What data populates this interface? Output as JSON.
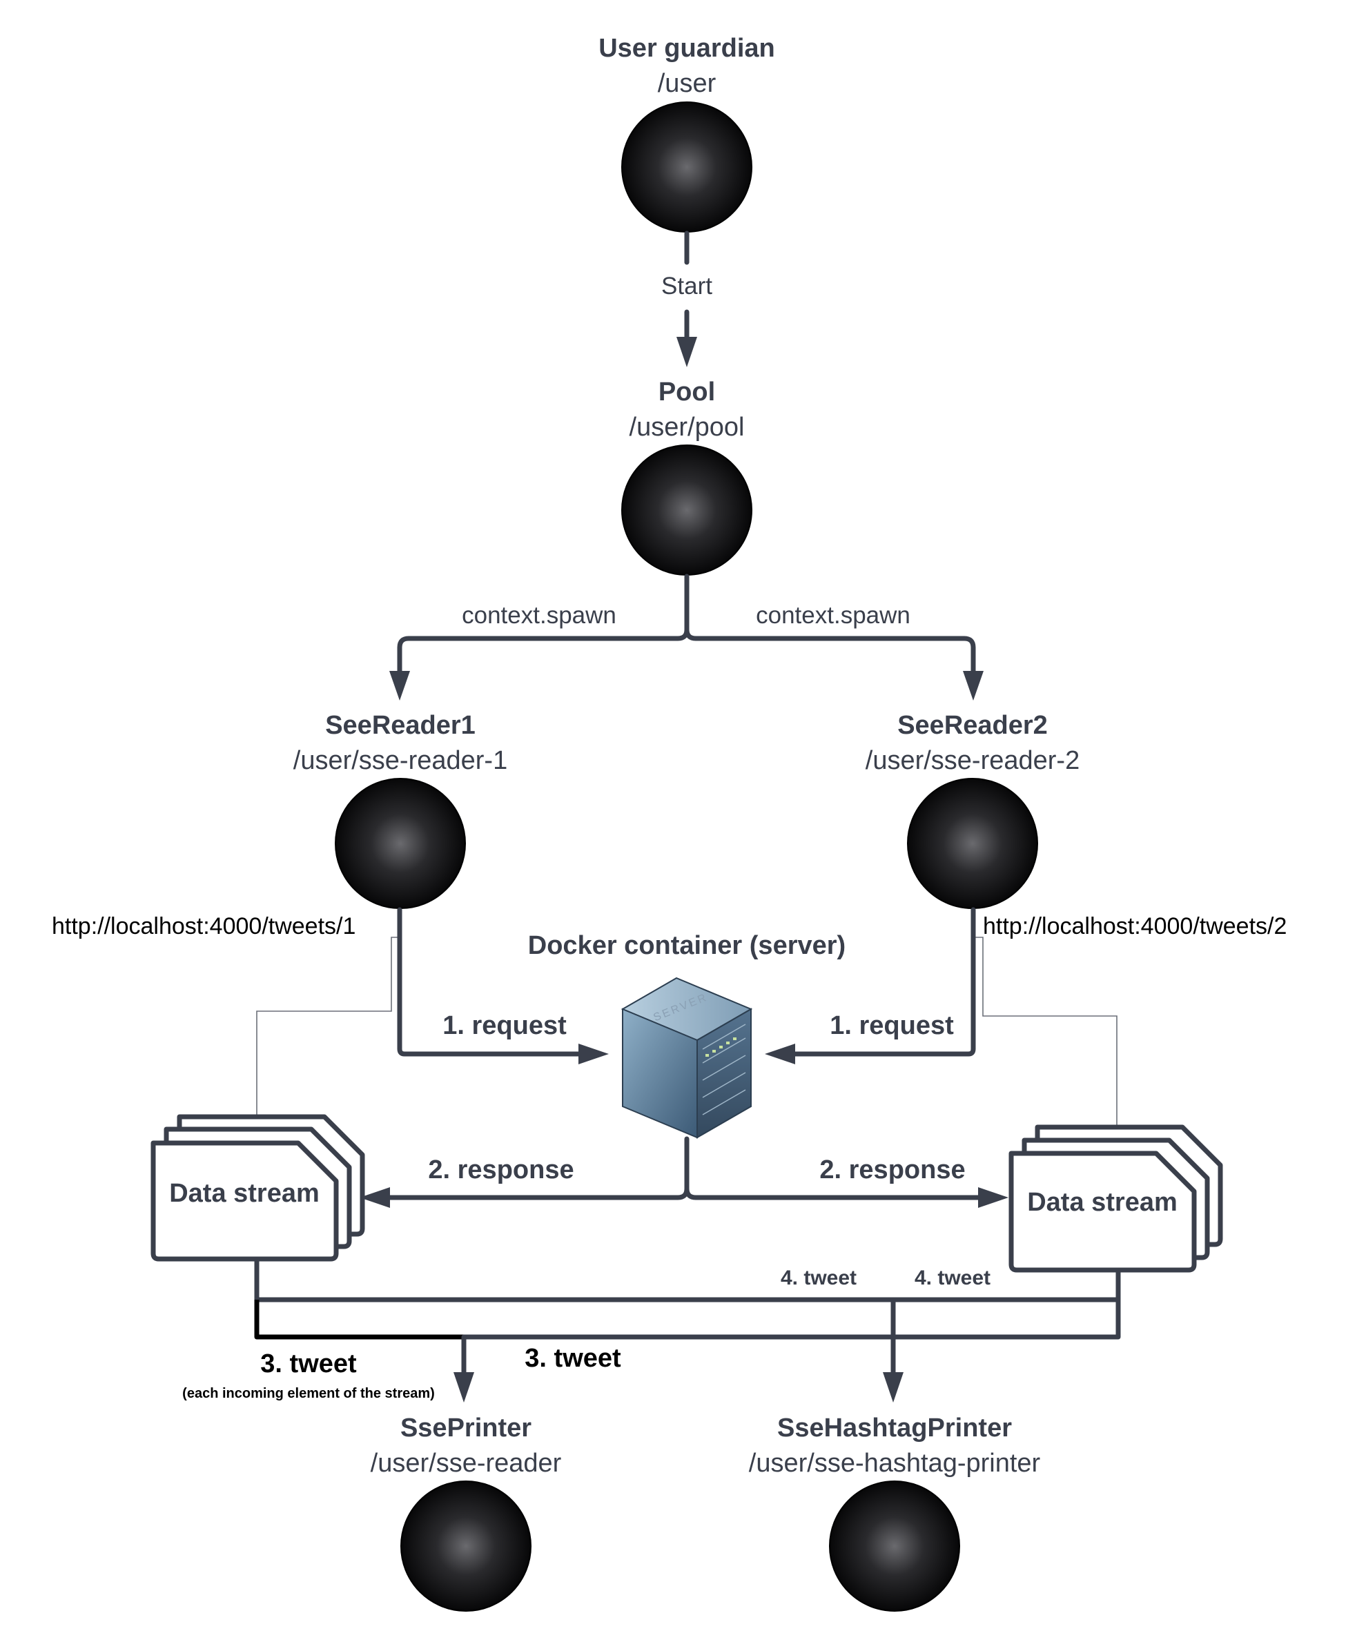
{
  "actors": {
    "user_guardian": {
      "name": "User guardian",
      "path": "/user"
    },
    "pool": {
      "name": "Pool",
      "path": "/user/pool"
    },
    "reader1": {
      "name": "SeeReader1",
      "path": "/user/sse-reader-1",
      "url": "http://localhost:4000/tweets/1"
    },
    "reader2": {
      "name": "SeeReader2",
      "path": "/user/sse-reader-2",
      "url": "http://localhost:4000/tweets/2"
    },
    "printer": {
      "name": "SsePrinter",
      "path": "/user/sse-reader"
    },
    "hashtag_printer": {
      "name": "SseHashtagPrinter",
      "path": "/user/sse-hashtag-printer"
    }
  },
  "server": {
    "title": "Docker container (server)",
    "icon": "server-icon",
    "icon_text": "SERVER"
  },
  "streams": {
    "left": "Data stream",
    "right": "Data stream"
  },
  "edges": {
    "start": "Start",
    "spawn_left": "context.spawn",
    "spawn_right": "context.spawn",
    "request_left": "1. request",
    "request_right": "1. request",
    "response_left": "2. response",
    "response_right": "2. response",
    "tweet3_left": "3. tweet",
    "tweet3_left_note": "(each incoming element of the stream)",
    "tweet3_mid": "3. tweet",
    "tweet4_left": "4. tweet",
    "tweet4_right": "4. tweet"
  },
  "colors": {
    "line": "#3a3f4b",
    "actor_fill": "#0b0b0c",
    "server": "#4a6a88"
  }
}
